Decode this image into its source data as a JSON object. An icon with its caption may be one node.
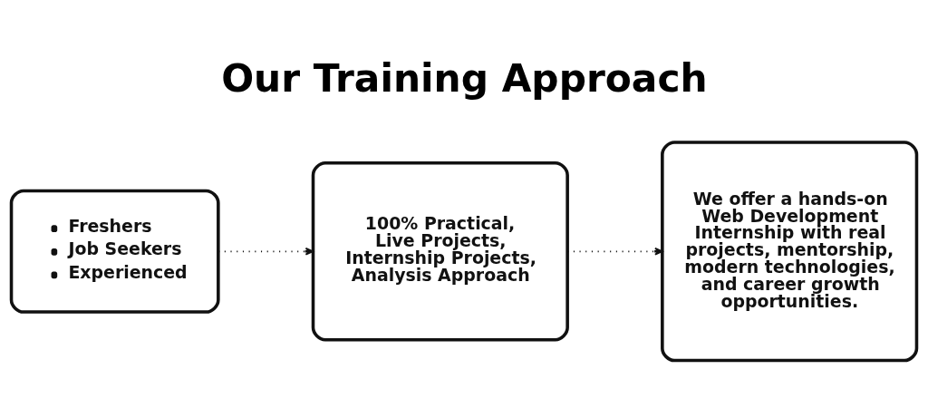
{
  "diagram": {
    "title": "Our Training Approach",
    "nodes": [
      {
        "text": [
          "Freshers",
          "Job Seekers",
          "Experienced"
        ]
      },
      {
        "text": [
          "100% Practical, Live Projects, Internship Projects, Analysis Approach"
        ]
      },
      {
        "text": [
          "We offer a hands-on Web Development Internship with real projects, mentorship, modern technologies, and career growth opportunities."
        ]
      }
    ],
    "edges": [
      {
        "from": 0,
        "to": 1,
        "arrow": "to",
        "style": "dashed"
      },
      {
        "from": 1,
        "to": 2,
        "arrow": "to",
        "style": "dashed"
      }
    ]
  }
}
